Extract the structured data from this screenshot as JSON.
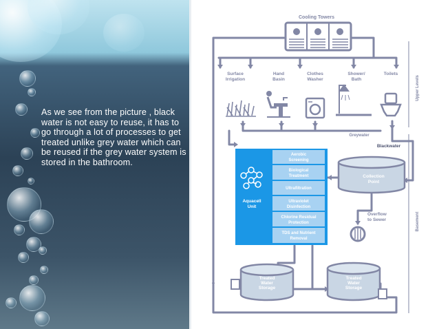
{
  "slide": {
    "text": "As we see from the picture , black water is not easy to reuse, it has to go through a lot of processes to get treated unlike grey water which can be reused if the grey water system is stored in the bathroom."
  },
  "diagram": {
    "cooling_towers": "Cooling Towers",
    "fixtures": [
      {
        "line1": "Surface",
        "line2": "Irrigation"
      },
      {
        "line1": "Hand",
        "line2": "Basin"
      },
      {
        "line1": "Clothes",
        "line2": "Washer"
      },
      {
        "line1": "Shower/",
        "line2": "Bath"
      },
      {
        "line1": "Toilets",
        "line2": ""
      }
    ],
    "upper_levels": "Upper Levels",
    "basement": "Basement",
    "greywater": "Greywater",
    "blackwater": "Blackwater",
    "aquacell": {
      "line1": "Aquacell",
      "line2": "Unit"
    },
    "steps": [
      {
        "line1": "Aerobic",
        "line2": "Screening"
      },
      {
        "line1": "Biological",
        "line2": "Treatment"
      },
      {
        "line1": "Ultrafiltration",
        "line2": ""
      },
      {
        "line1": "Ultraviolet",
        "line2": "Disinfection"
      },
      {
        "line1": "Chlorine Residual",
        "line2": "Protection"
      },
      {
        "line1": "TDS and Nutrient",
        "line2": "Removal"
      }
    ],
    "collection_point": {
      "line1": "Collection",
      "line2": "Point"
    },
    "overflow": {
      "line1": "Overflow",
      "line2": "to Sewer"
    },
    "storage_left": {
      "line1": "Treated",
      "line2": "Water",
      "line3": "Storage"
    },
    "storage_right": {
      "line1": "Treated",
      "line2": "Water",
      "line3": "Storage"
    },
    "colors": {
      "pipe": "#8287a5",
      "aquacell": "#1b97e6",
      "step": "#a8d2f2",
      "tank": "#c9d6e4"
    }
  }
}
